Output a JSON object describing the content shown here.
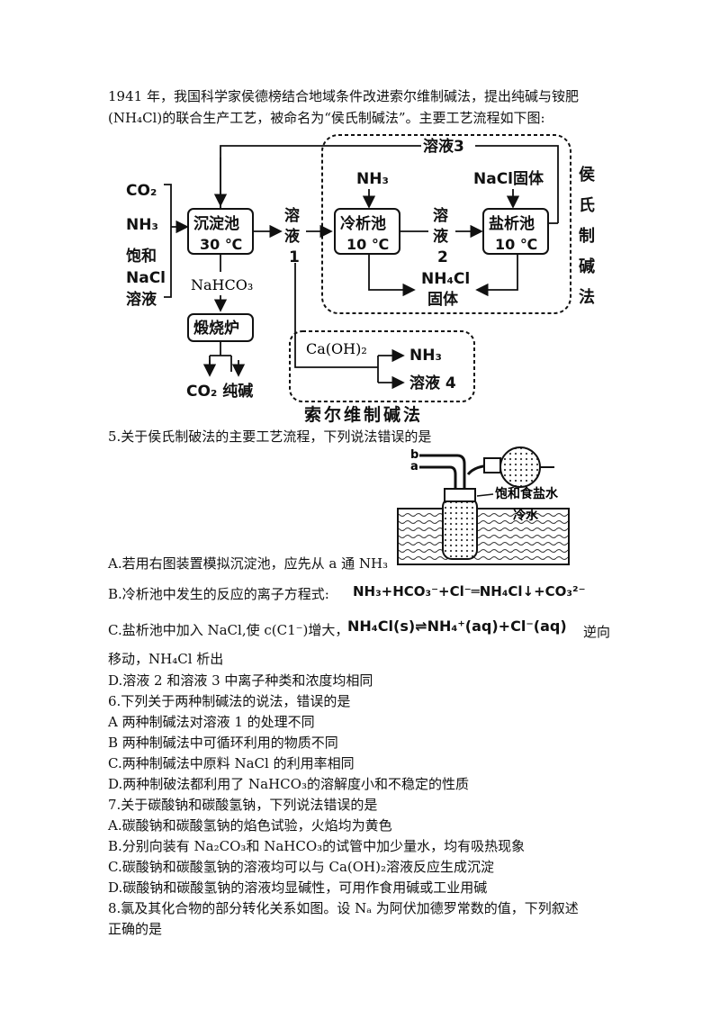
{
  "intro": {
    "line1": "1941 年，我国科学家侯德榜结合地域条件改进索尔维制碱法，提出纯碱与铵肥",
    "line2": "(NH₄Cl)的联合生产工艺，被命名为“侯氏制碱法”。主要工艺流程如下图:"
  },
  "diagram": {
    "inputs": [
      "CO₂",
      "NH₃",
      "饱和",
      "NaCl",
      "溶液"
    ],
    "chendian": [
      "沉淀池",
      "30 ℃"
    ],
    "nahco3": "NaHCO₃",
    "furnace": "煅烧炉",
    "products": "CO₂ 纯碱",
    "solution1": [
      "溶",
      "液",
      "1"
    ],
    "nh3_top": "NH₃",
    "lengxi": [
      "冷析池",
      "10 ℃"
    ],
    "solution2": [
      "溶",
      "液",
      "2"
    ],
    "nacl_solid": "NaCl固体",
    "yanxi": [
      "盐析池",
      "10 ℃"
    ],
    "solution3": "溶液3",
    "nh4cl": [
      "NH₄Cl",
      "固体"
    ],
    "hou_label": [
      "侯",
      "氏",
      "制",
      "碱",
      "法"
    ],
    "caoh2": "Ca(OH)₂",
    "nh3_out": "NH₃",
    "solution4": "溶液 4",
    "solvay_label": "索尔维制碱法"
  },
  "apparatus": {
    "b": "b",
    "a": "a",
    "brine": "饱和食盐水",
    "cold_water": "冷水"
  },
  "q5": {
    "stem": "5.关于侯氏制破法的主要工艺流程，下列说法错误的是",
    "a": "A.若用右图装置模拟沉淀池，应先从 a 通 NH₃",
    "b": "B.冷析池中发生的反应的离子方程式:",
    "b_eq": "NH₃+HCO₃⁻+Cl⁻═NH₄Cl↓+CO₃²⁻",
    "c": "C.盐析池中加入 NaCl,使 c(C1⁻)增大，",
    "c_eq": "NH₄Cl(s)⇌NH₄⁺(aq)+Cl⁻(aq)",
    "c_tail": "逆向",
    "c_cont": "移动，NH₄Cl 析出",
    "d": "D.溶液 2 和溶液 3 中离子种类和浓度均相同"
  },
  "q6": {
    "stem": "6.下列关于两种制碱法的说法，错误的是",
    "a": "A 两种制碱法对溶液  1 的处理不同",
    "b": "B 两种制碱法中可循环利用的物质不同",
    "c": "C.两种制碱法中原料 NaCl 的利用率相同",
    "d": "D.两种制破法都利用了 NaHCO₃的溶解度小和不稳定的性质"
  },
  "q7": {
    "stem": "7.关于碳酸钠和碳酸氢钠，下列说法错误的是",
    "a": "A.碳酸钠和碳酸氢钠的焰色试验，火焰均为黄色",
    "b": "B.分别向装有  Na₂CO₃和 NaHCO₃的试管中加少量水，均有吸热现象",
    "c": "C.碳酸钠和碳酸氢钠的溶液均可以与 Ca(OH)₂溶液反应生成沉淀",
    "d": "D.碳酸钠和碳酸氢钠的溶液均显碱性，可用作食用碱或工业用碱"
  },
  "q8": {
    "stem1": "8.氯及其化合物的部分转化关系如图。设 Nₐ 为阿伏加德罗常数的值，下列叙述",
    "stem2": "正确的是"
  }
}
